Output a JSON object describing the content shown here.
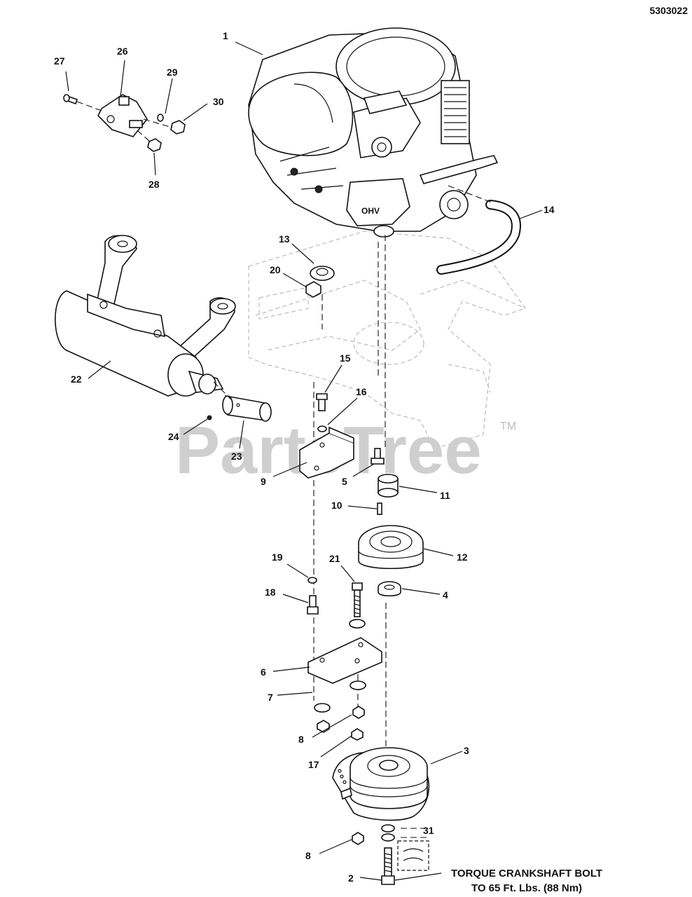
{
  "document": {
    "number": "5303022",
    "watermark": "PartsTree",
    "trademark": "TM"
  },
  "note": {
    "line1": "TORQUE CRANKSHAFT BOLT",
    "line2": "TO 65 Ft. Lbs. (88 Nm)"
  },
  "engine": {
    "brand_plate": "OHV"
  },
  "callouts": {
    "c1": "1",
    "c2": "2",
    "c3": "3",
    "c4": "4",
    "c5": "5",
    "c6": "6",
    "c7": "7",
    "c8a": "8",
    "c8b": "8",
    "c9": "9",
    "c10": "10",
    "c11": "11",
    "c12": "12",
    "c13": "13",
    "c14": "14",
    "c15": "15",
    "c16": "16",
    "c17": "17",
    "c18": "18",
    "c19": "19",
    "c20": "20",
    "c21": "21",
    "c22": "22",
    "c23": "23",
    "c24": "24",
    "c26": "26",
    "c27": "27",
    "c28": "28",
    "c29": "29",
    "c30": "30",
    "c31": "31"
  }
}
